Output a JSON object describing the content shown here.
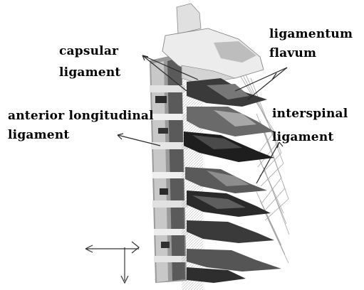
{
  "labels": {
    "capsular": [
      "capsular",
      "ligament"
    ],
    "ligamentum_flavum": [
      "ligamentum",
      "flavum"
    ],
    "anterior_longitudinal": [
      "anterior longitudinal",
      "ligament"
    ],
    "interspinal": [
      "interspinal",
      "ligament"
    ]
  },
  "colors": {
    "background": "#ffffff",
    "bone_light": "#e6e6e6",
    "bone_mid": "#8a8a8a",
    "bone_dark": "#2a2a2a",
    "ligament_lines": "#9a9a9a",
    "text": "#000000"
  }
}
